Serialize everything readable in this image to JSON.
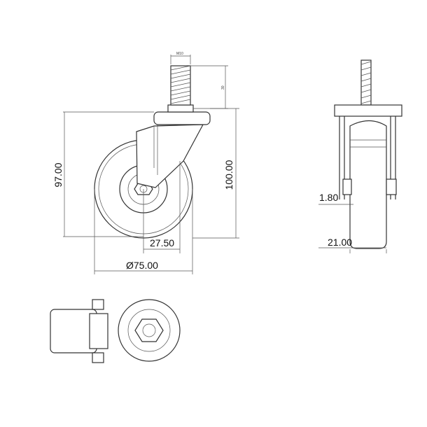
{
  "drawing": {
    "side_view": {
      "thread_label": "M10",
      "thread_length": "30",
      "height_total_left": "97.00",
      "height_total_right": "100.00",
      "offset": "27.50",
      "wheel_diameter": "Ø75.00"
    },
    "front_view": {
      "gap": "1.80",
      "wheel_width": "21.00"
    },
    "colors": {
      "line": "#333333",
      "background": "#ffffff"
    }
  }
}
